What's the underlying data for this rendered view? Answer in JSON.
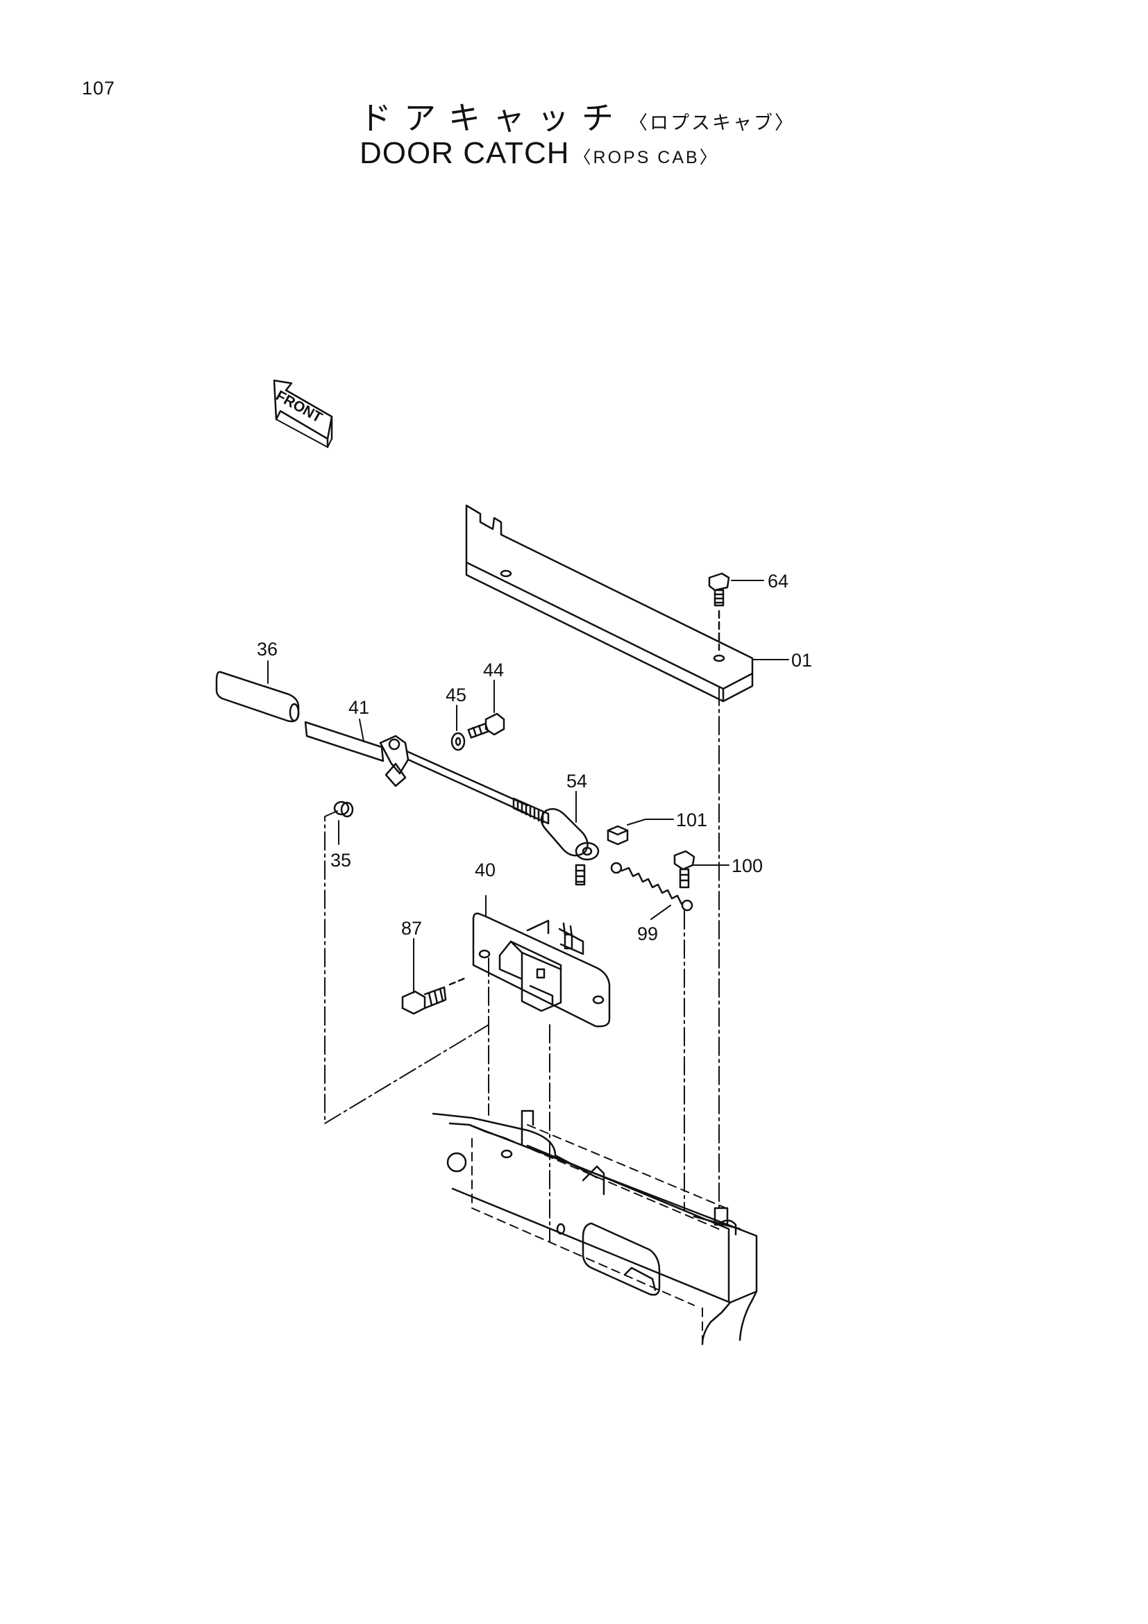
{
  "page": {
    "number": "107"
  },
  "title": {
    "jp_main": "ドアキャッチ",
    "jp_sub": "〈ロプスキャブ〉",
    "en_main": "DOOR CATCH",
    "en_sub": "〈ROPS CAB〉"
  },
  "front_arrow": {
    "label": "FRONT"
  },
  "callouts": {
    "c01": "01",
    "c35": "35",
    "c36": "36",
    "c40": "40",
    "c41": "41",
    "c44": "44",
    "c45": "45",
    "c54": "54",
    "c64": "64",
    "c87": "87",
    "c99": "99",
    "c100": "100",
    "c101": "101"
  },
  "colors": {
    "line": "#111111",
    "background": "#ffffff"
  }
}
